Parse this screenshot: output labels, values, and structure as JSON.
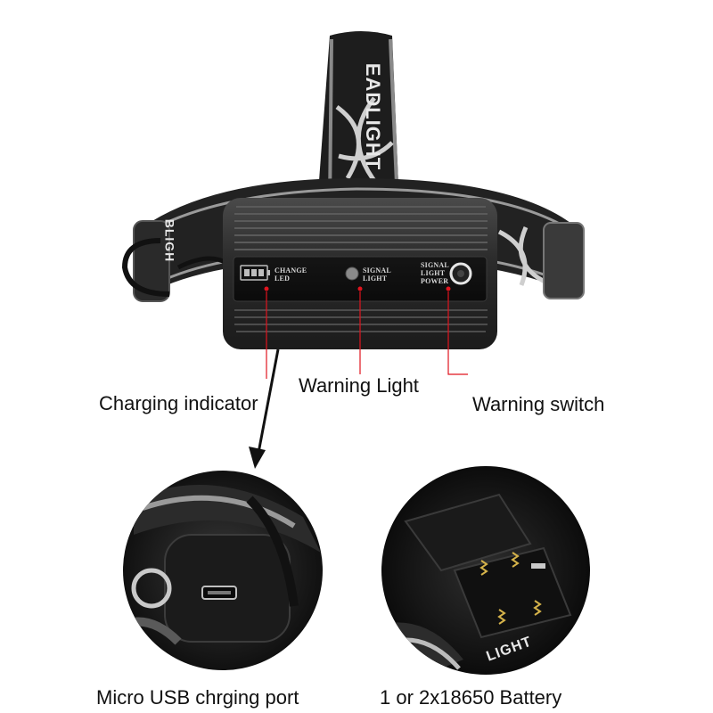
{
  "strap": {
    "top_text": "EADLIGHT",
    "side_text": "BLIGH",
    "bottom_text": "LIGHT"
  },
  "panel": {
    "change_led": "CHANGE LED",
    "signal_light": "SIGNAL LIGHT",
    "signal_light_power": "SIGNAL LIGHT POWER"
  },
  "callouts": {
    "charging_indicator": "Charging indicator",
    "warning_light": "Warning Light",
    "warning_switch": "Warning switch"
  },
  "details": {
    "usb_port": "Micro USB chrging port",
    "battery": "1 or 2x18650 Battery"
  },
  "colors": {
    "indicator_red": "#e0141e",
    "housing": "#2a2a2a",
    "strap": "#1c1c1c",
    "text": "#111111"
  }
}
